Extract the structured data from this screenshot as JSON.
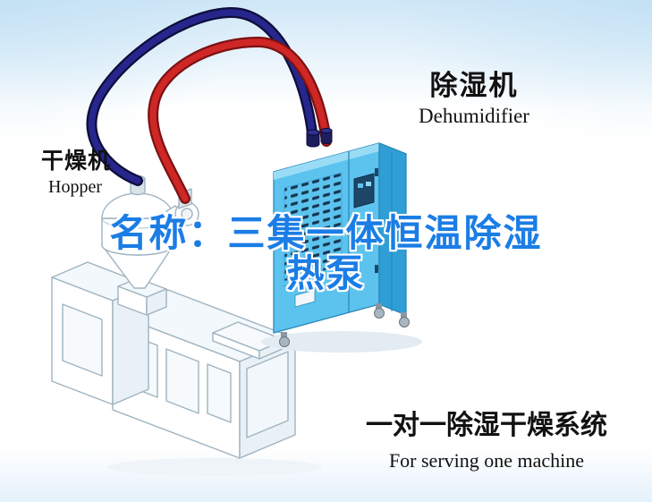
{
  "watermark": {
    "line1": "名称：三集一体恒温除湿",
    "line2": "热泵"
  },
  "labels": {
    "hopper": {
      "zh": "干燥机",
      "en": "Hopper"
    },
    "dehumidifier": {
      "zh": "除湿机",
      "en": "Dehumidifier"
    },
    "system": {
      "zh": "一对一除湿干燥系统",
      "en": "For serving one machine"
    }
  },
  "parts": [
    "dehumidifier-unit",
    "hopper-dryer-unit",
    "extruder-unit",
    "hot-air-pipe",
    "return-air-pipe"
  ],
  "colors": {
    "watermark_text": "#1b7de5",
    "label_text": "#111111",
    "hot_air_pipe": "#cf2626",
    "hot_air_pipe_outline": "#7c1212",
    "return_air_pipe": "#26268c",
    "return_air_pipe_outline": "#0d0d3a",
    "dehumidifier_front": "#5cc3ee",
    "dehumidifier_side": "#2f9ed5",
    "dehumidifier_top": "#c9ebf9",
    "vent_slots": "#173653",
    "line_art_stroke": "#9fb3c0",
    "background_tint": "#cfe7f7"
  }
}
